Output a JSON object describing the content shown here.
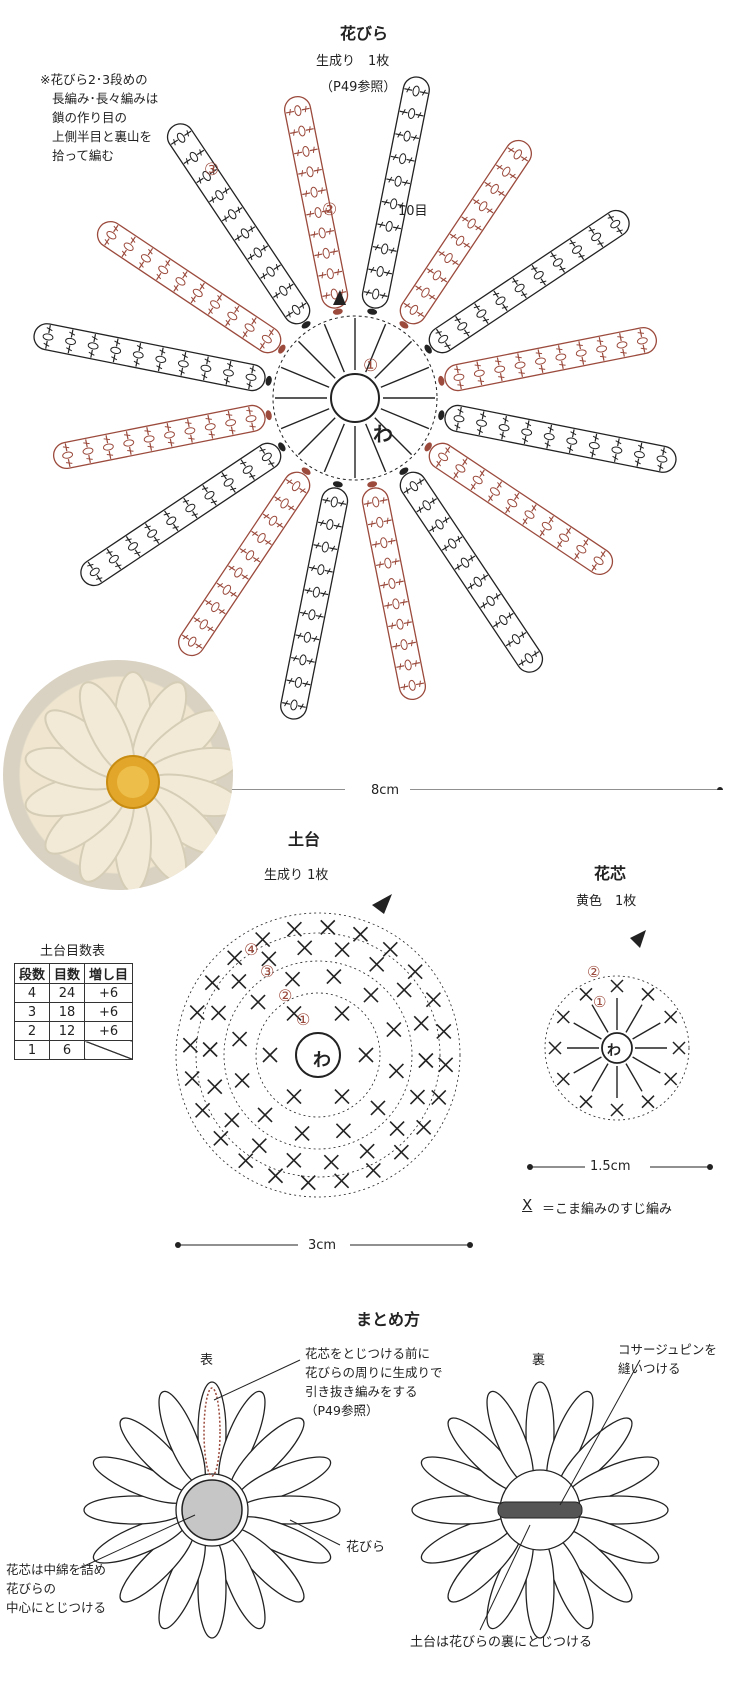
{
  "petal": {
    "title": "花びら",
    "yarn": "生成り　1枚",
    "ref": "（P49参照）",
    "note": "※花びら2･3段めの\n長編み･長々編みは\n鎖の作り目の\n上側半目と裏山を\n拾って編む",
    "marker_1": "①",
    "marker_2": "②",
    "marker_3": "③",
    "count_label": "10目",
    "center_label": "わ",
    "size": "8cm"
  },
  "base": {
    "title": "土台",
    "yarn": "生成り 1枚",
    "markers": [
      "①",
      "②",
      "③",
      "④"
    ],
    "center_label": "わ",
    "size": "3cm",
    "table": {
      "title": "土台目数表",
      "headers": [
        "段数",
        "目数",
        "増し目"
      ],
      "rows": [
        [
          "4",
          "24",
          "+6"
        ],
        [
          "3",
          "18",
          "+6"
        ],
        [
          "2",
          "12",
          "+6"
        ],
        [
          "1",
          "6",
          ""
        ]
      ]
    }
  },
  "center": {
    "title": "花芯",
    "yarn": "黄色　1枚",
    "markers": [
      "①",
      "②"
    ],
    "center_label": "わ",
    "size": "1.5cm",
    "legend_symbol": "X",
    "legend_text": "＝こま編みのすじ編み"
  },
  "finish": {
    "title": "まとめ方",
    "front_label": "表",
    "back_label": "裏",
    "front_note": "花芯をとじつける前に\n花びらの周りに生成りで\n引き抜き編みをする\n（P49参照）",
    "center_note": "花芯は中綿を詰め\n花びらの\n中心にとじつける",
    "petal_label": "花びら",
    "pin_note": "コサージュピンを\n縫いつける",
    "base_note": "土台は花びらの裏にとじつける"
  },
  "colors": {
    "black": "#222222",
    "brown": "#9b4a3c",
    "yellow": "#e5ab2a",
    "cream": "#f2ead7",
    "gray": "#c6c6c6"
  }
}
